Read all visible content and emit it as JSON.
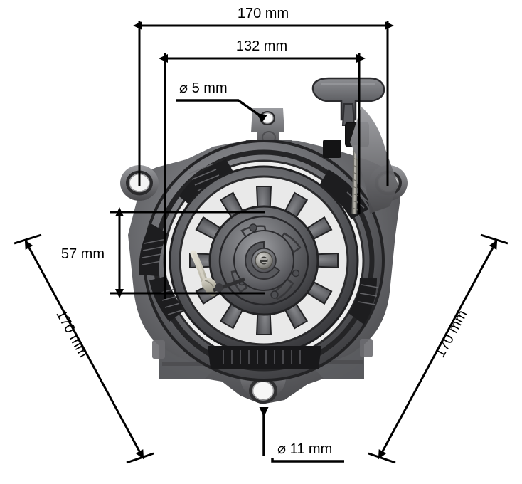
{
  "image": {
    "title": "Recoil pull starter assembly dimensioned photo",
    "subject": "recoil-starter-assembly",
    "background_color": "#ffffff",
    "line_color": "#000000",
    "part_color": "#5a5a5c"
  },
  "dimensions": {
    "top_overall": {
      "label": "170 mm",
      "name": "overall-width"
    },
    "bolt_circle": {
      "label": "132 mm",
      "name": "bolt-hole-spacing-width"
    },
    "small_hole": {
      "label": "⌀ 5 mm",
      "symbol": "⌀",
      "value": "5 mm",
      "name": "small-hole-diameter"
    },
    "vertical": {
      "label": "57 mm",
      "name": "center-height"
    },
    "left_diagonal": {
      "label": "170 mm",
      "name": "left-diagonal-span"
    },
    "right_diagonal": {
      "label": "170 mm",
      "name": "right-diagonal-span"
    },
    "mount_hole": {
      "label": "⌀ 11 mm",
      "symbol": "⌀",
      "value": "11 mm",
      "name": "mounting-hole-diameter"
    }
  },
  "part_features": {
    "pull_handle": "t-handle-pull-grip",
    "starter_rope": "starter-rope",
    "pulley": "spoked-recoil-pulley",
    "hub": "center-hub-screw",
    "housing": "starter-housing",
    "mount_holes": [
      "left-mount-hole",
      "right-mount-hole",
      "bottom-mount-hole"
    ],
    "top_tab": "top-locating-tab"
  }
}
